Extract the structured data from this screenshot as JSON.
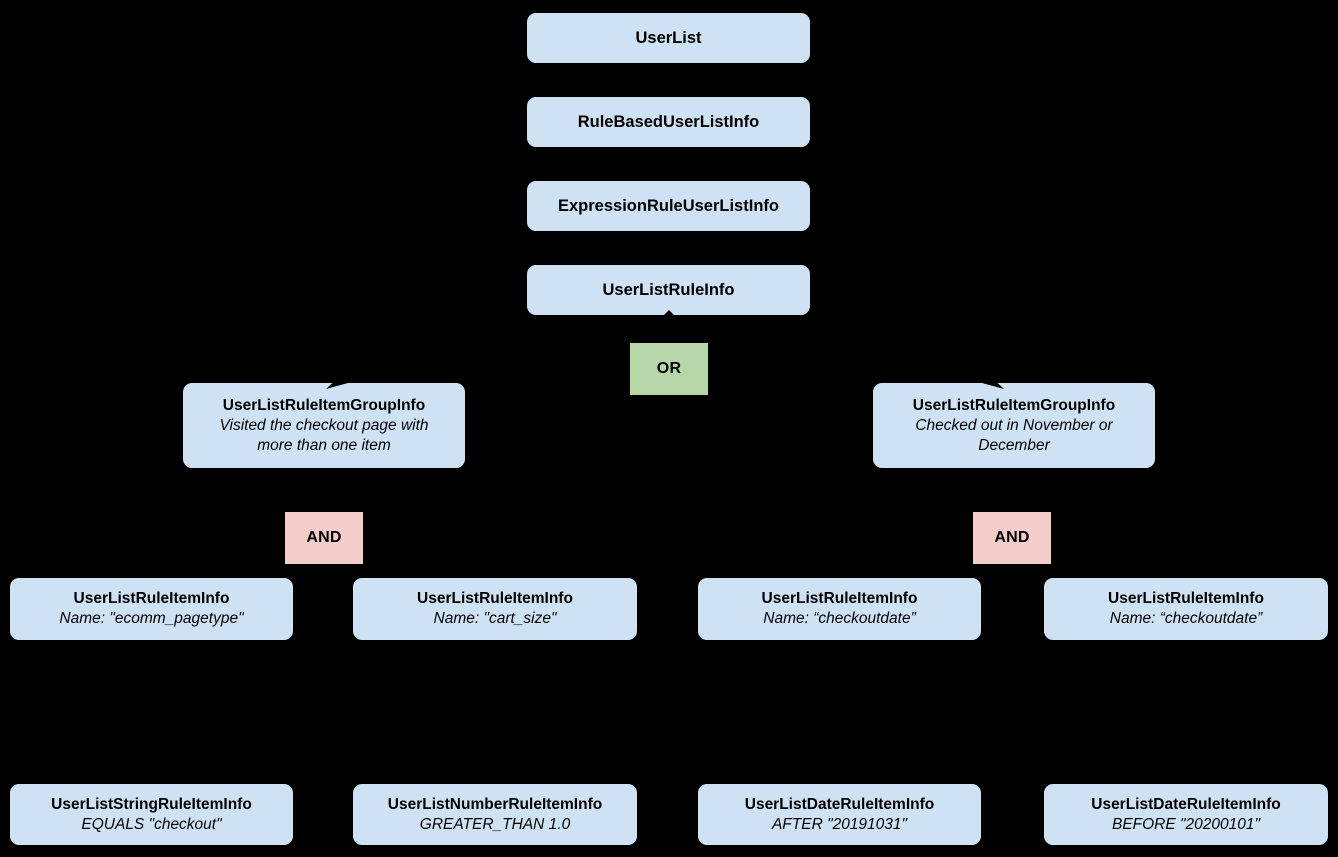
{
  "diagram": {
    "background_color": "#000000",
    "node_fill_color": "#cfe2f3",
    "or_fill_color": "#b6d7a8",
    "and_fill_color": "#f4cccc",
    "text_color": "#000000",
    "chain": [
      {
        "label": "UserList"
      },
      {
        "label": "RuleBasedUserListInfo"
      },
      {
        "label": "ExpressionRuleUserListInfo"
      },
      {
        "label": "UserListRuleInfo"
      }
    ],
    "or_label": "OR",
    "and_label": "AND",
    "groups": [
      {
        "title": "UserListRuleItemGroupInfo",
        "subtitle": "Visited the checkout page with more than one item"
      },
      {
        "title": "UserListRuleItemGroupInfo",
        "subtitle": "Checked out in November or December"
      }
    ],
    "rule_items": [
      {
        "title": "UserListRuleItemInfo",
        "subtitle": "Name: \"ecomm_pagetype\""
      },
      {
        "title": "UserListRuleItemInfo",
        "subtitle": "Name: \"cart_size\""
      },
      {
        "title": "UserListRuleItemInfo",
        "subtitle": "Name: “checkoutdate”"
      },
      {
        "title": "UserListRuleItemInfo",
        "subtitle": "Name: “checkoutdate”"
      }
    ],
    "operand_items": [
      {
        "title": "UserListStringRuleItemInfo",
        "subtitle": "EQUALS \"checkout\""
      },
      {
        "title": "UserListNumberRuleItemInfo",
        "subtitle": "GREATER_THAN 1.0"
      },
      {
        "title": "UserListDateRuleItemInfo",
        "subtitle": "AFTER \"20191031\""
      },
      {
        "title": "UserListDateRuleItemInfo",
        "subtitle": "BEFORE \"20200101\""
      }
    ]
  }
}
